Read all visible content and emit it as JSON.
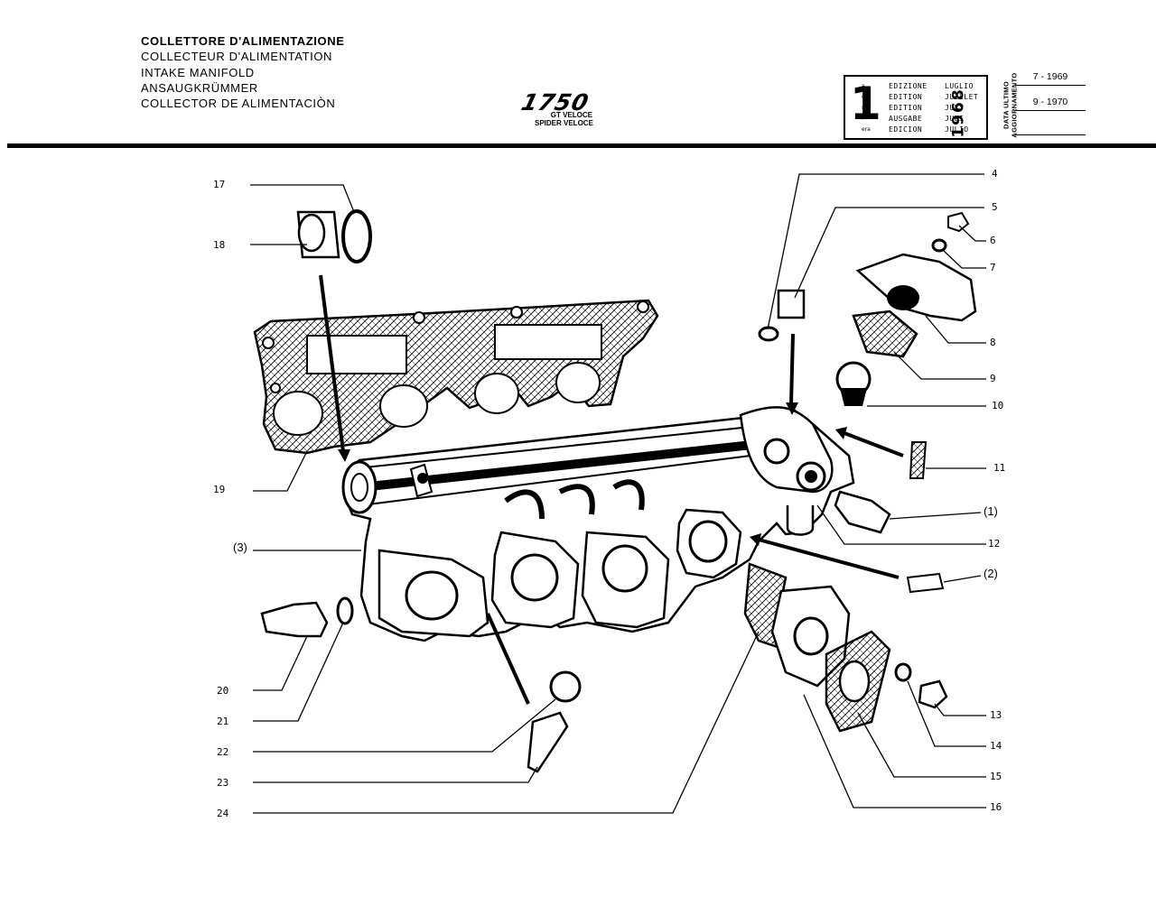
{
  "header": {
    "titles": [
      "COLLETTORE D'ALIMENTAZIONE",
      "COLLECTEUR D'ALIMENTATION",
      "INTAKE MANIFOLD",
      "ANSAUGKRÜMMER",
      "COLLECTOR DE ALIMENTACIÒN"
    ],
    "model": "1750",
    "model_sub": [
      "GT VELOCE",
      "SPIDER VELOCE"
    ]
  },
  "edition": {
    "number": "1",
    "suffixes": [
      "a",
      "ère",
      "st",
      ".",
      "era"
    ],
    "words": [
      "EDIZIONE",
      "EDITION",
      "EDITION",
      "AUSGABE",
      "EDICION"
    ],
    "year": "1968",
    "months": [
      "LUGLIO",
      "JUILLET",
      "JULY",
      "JULI",
      "JULIO"
    ]
  },
  "update": {
    "label_line1": "DATA ULTIMO",
    "label_line2": "AGGIORNAMENTO",
    "dates": [
      "7 - 1969",
      "9 - 1970",
      ""
    ]
  },
  "references": {
    "r1": "(1)",
    "r2": "(2)",
    "r3": "(3)",
    "n4": "4",
    "n5": "5",
    "n6": "6",
    "n7": "7",
    "n8": "8",
    "n9": "9",
    "n10": "10",
    "n11": "11",
    "n12": "12",
    "n13": "13",
    "n14": "14",
    "n15": "15",
    "n16": "16",
    "n17": "17",
    "n18": "18",
    "n19": "19",
    "n20": "20",
    "n21": "21",
    "n22": "22",
    "n23": "23",
    "n24": "24"
  }
}
